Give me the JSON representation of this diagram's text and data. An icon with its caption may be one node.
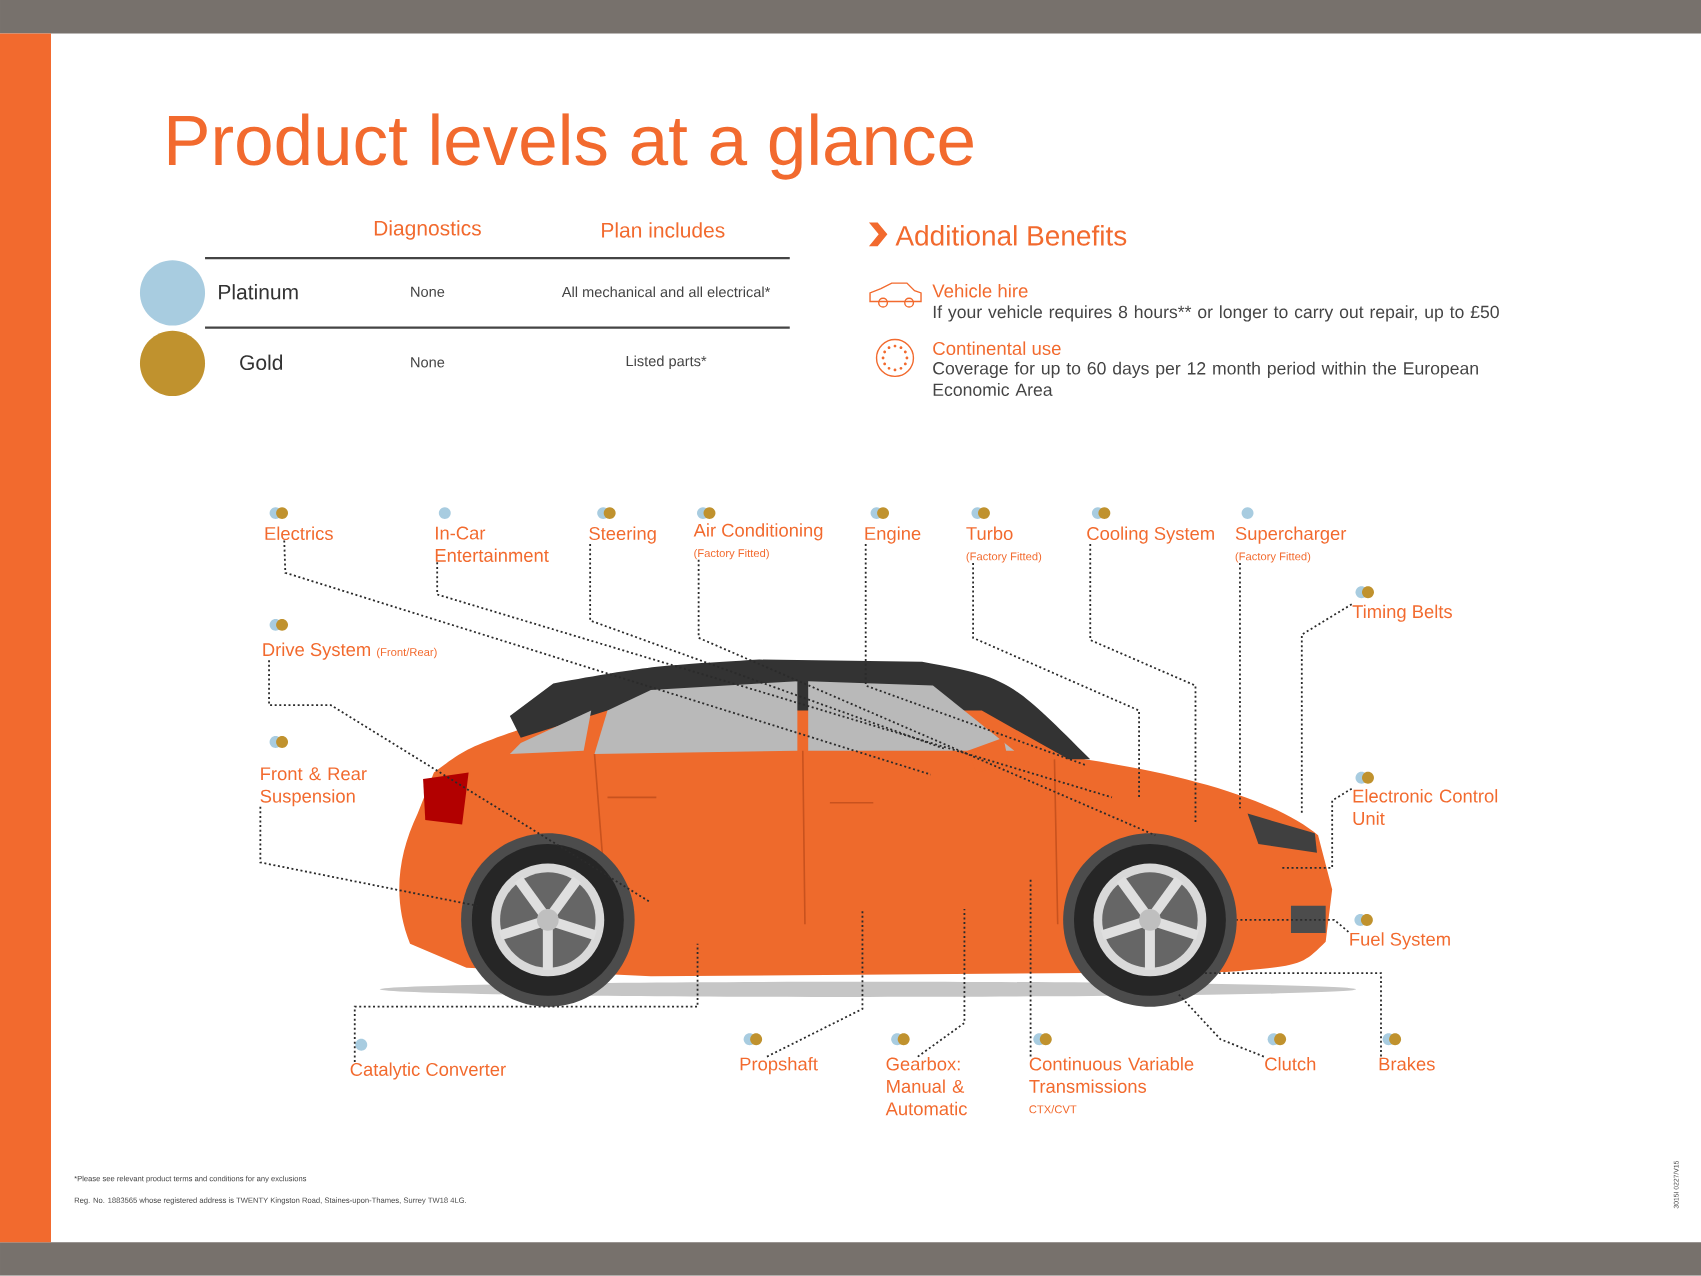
{
  "diagram": {
    "title": "Product levels at a glance",
    "nodes": [
      {
        "text": [
          "Electrics"
        ]
      },
      {
        "text": [
          "In-Car Entertainment"
        ]
      },
      {
        "text": [
          "Steering"
        ]
      },
      {
        "text": [
          "Air Conditioning",
          "(Factory Fitted)"
        ]
      },
      {
        "text": [
          "Engine"
        ]
      },
      {
        "text": [
          "Turbo",
          "(Factory Fitted)"
        ]
      },
      {
        "text": [
          "Cooling System"
        ]
      },
      {
        "text": [
          "Supercharger",
          "(Factory Fitted)"
        ]
      },
      {
        "text": [
          "Timing Belts"
        ]
      },
      {
        "text": [
          "Drive System",
          "(Front/Rear)"
        ]
      },
      {
        "text": [
          "Front & Rear Suspension"
        ]
      },
      {
        "text": [
          "Electronic Control Unit"
        ]
      },
      {
        "text": [
          "Fuel System"
        ]
      },
      {
        "text": [
          "Catalytic Converter"
        ]
      },
      {
        "text": [
          "Propshaft"
        ]
      },
      {
        "text": [
          "Gearbox: Manual & Automatic"
        ]
      },
      {
        "text": [
          "Continuous Variable Transmissions",
          "CTX/CVT"
        ]
      },
      {
        "text": [
          "Clutch"
        ]
      },
      {
        "text": [
          "Brakes"
        ]
      }
    ],
    "edges": [
      {
        "from": 0,
        "to": null,
        "arrow": "none"
      },
      {
        "from": 1,
        "to": null,
        "arrow": "none"
      },
      {
        "from": 2,
        "to": null,
        "arrow": "none"
      },
      {
        "from": 3,
        "to": null,
        "arrow": "none"
      },
      {
        "from": 4,
        "to": null,
        "arrow": "none"
      },
      {
        "from": 5,
        "to": null,
        "arrow": "none"
      },
      {
        "from": 6,
        "to": null,
        "arrow": "none"
      },
      {
        "from": 7,
        "to": null,
        "arrow": "none"
      },
      {
        "from": 8,
        "to": null,
        "arrow": "none"
      },
      {
        "from": 9,
        "to": null,
        "arrow": "none"
      },
      {
        "from": 10,
        "to": null,
        "arrow": "none"
      },
      {
        "from": 11,
        "to": null,
        "arrow": "none"
      },
      {
        "from": 12,
        "to": null,
        "arrow": "none"
      },
      {
        "from": 13,
        "to": null,
        "arrow": "none"
      },
      {
        "from": 14,
        "to": null,
        "arrow": "none"
      },
      {
        "from": 15,
        "to": null,
        "arrow": "none"
      },
      {
        "from": 16,
        "to": null,
        "arrow": "none"
      },
      {
        "from": 17,
        "to": null,
        "arrow": "none"
      },
      {
        "from": 18,
        "to": null,
        "arrow": "none"
      }
    ],
    "labels": [
      "Diagnostics",
      "Plan includes",
      "None",
      "All mechanical and all electrical*",
      "None",
      "Listed parts*",
      "Additional Benefits",
      "Vehicle hire",
      "If your vehicle requires 8 hours** or longer to carry out repair, up to £50",
      "Continental use",
      "Coverage for up to 60 days per 12 month period within the European Economic Area",
      "*Please see relevant product terms and conditions for any exclusions",
      "Reg. No. 1883565 whose registered address is TWENTY Kingston Road, Staines-upon-Thames, Surrey TW18 4LG.",
      "3015I 0227/V15"
    ],
    "legend": [
      {
        "text": "Platinum",
        "color": "#a8cce0"
      },
      {
        "text": "Gold",
        "color": "#c0922e"
      }
    ]
  }
}
